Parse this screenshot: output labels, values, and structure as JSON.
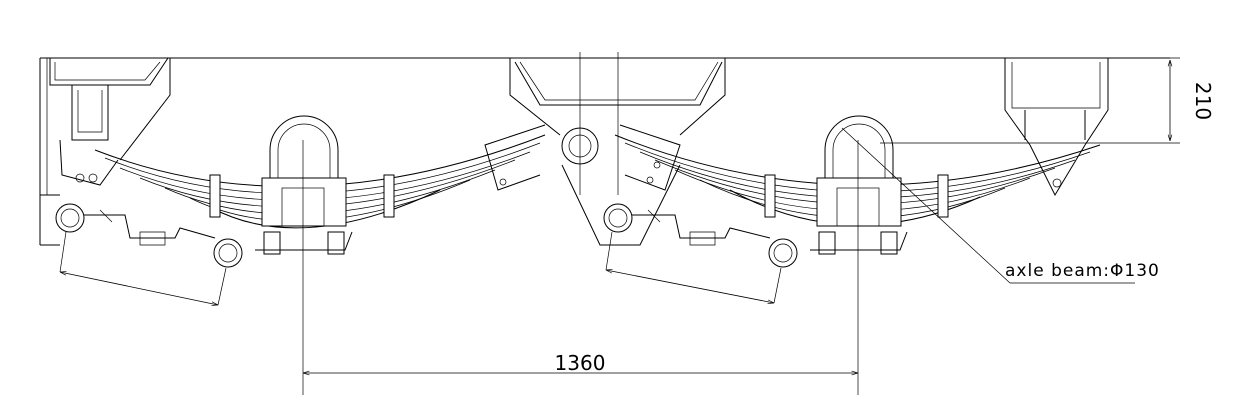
{
  "dimensions": {
    "axle_spacing": "1360",
    "frame_height": "210"
  },
  "callouts": {
    "axle_beam": "axle beam:Φ130"
  }
}
